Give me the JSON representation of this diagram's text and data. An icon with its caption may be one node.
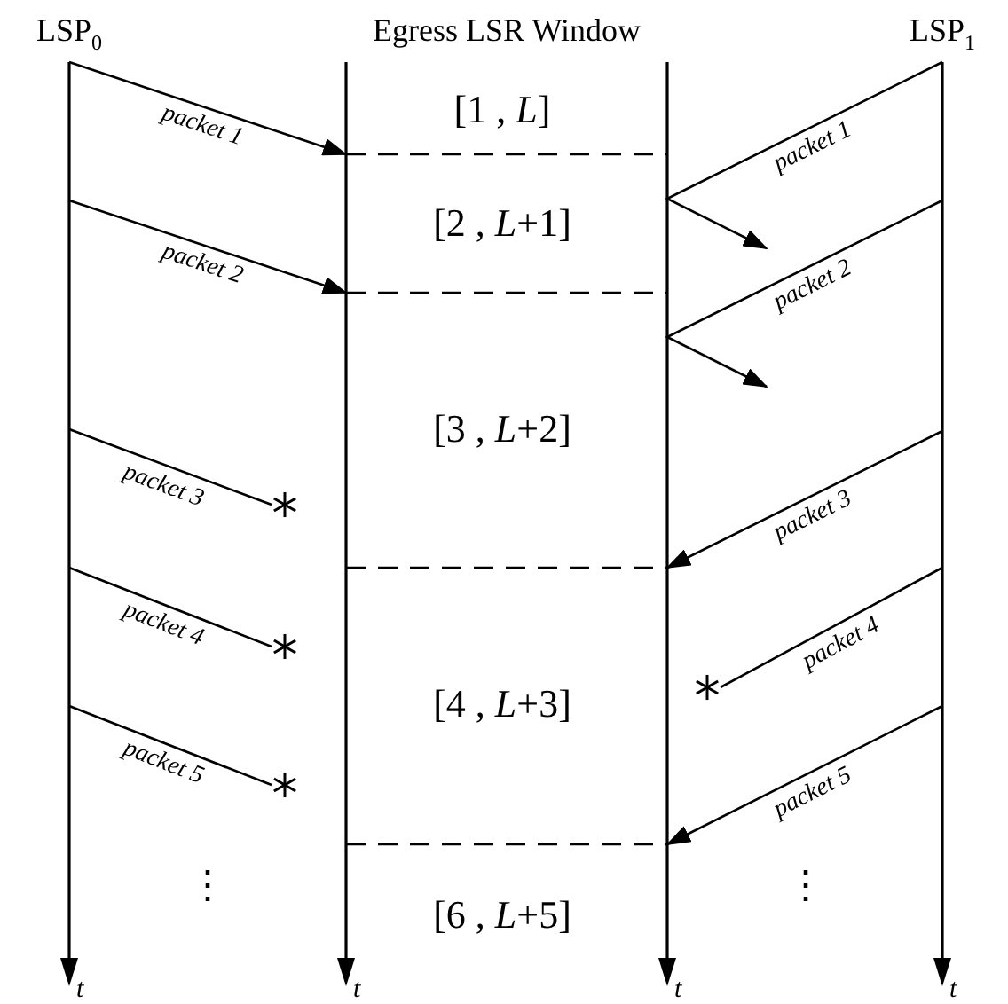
{
  "diagram": {
    "nodes": [
      {
        "text": [
          "LSP$_{0}$"
        ],
        "beside": [
          "t"
        ]
      },
      {
        "text": [
          "Egress LSR Window"
        ],
        "beside": [
          "t",
          "t"
        ]
      },
      {
        "text": [
          "LSP$_{1}$"
        ],
        "beside": [
          "t"
        ]
      },
      {
        "text": [],
        "shape": "star"
      },
      {
        "text": [],
        "shape": "star"
      },
      {
        "text": [],
        "shape": "star"
      },
      {
        "text": [],
        "shape": "star"
      }
    ],
    "edges": [
      {
        "from": 0,
        "to": 1,
        "arrow": "to",
        "label": "packet 1"
      },
      {
        "from": 0,
        "to": 1,
        "arrow": "to",
        "label": "packet 2"
      },
      {
        "from": 0,
        "to": 3,
        "arrow": "none",
        "label": "packet 3"
      },
      {
        "from": 0,
        "to": 4,
        "arrow": "none",
        "label": "packet 4"
      },
      {
        "from": 0,
        "to": 6,
        "arrow": "none",
        "label": "packet 5"
      },
      {
        "from": 2,
        "to": null,
        "arrow": "to",
        "label": "packet 1"
      },
      {
        "from": 2,
        "to": null,
        "arrow": "to",
        "label": "packet 2"
      },
      {
        "from": 2,
        "to": 1,
        "arrow": "to",
        "label": "packet 3"
      },
      {
        "from": 2,
        "to": 5,
        "arrow": "none",
        "label": "packet 4"
      },
      {
        "from": 2,
        "to": 1,
        "arrow": "to",
        "label": "packet 5"
      }
    ],
    "labels": [
      "[1 , *L*]",
      "[2 , *L*+1]",
      "[3 , *L*+2]",
      "[4 , *L*+3]",
      "⋮",
      "⋮",
      "[6 , *L*+5]"
    ]
  }
}
